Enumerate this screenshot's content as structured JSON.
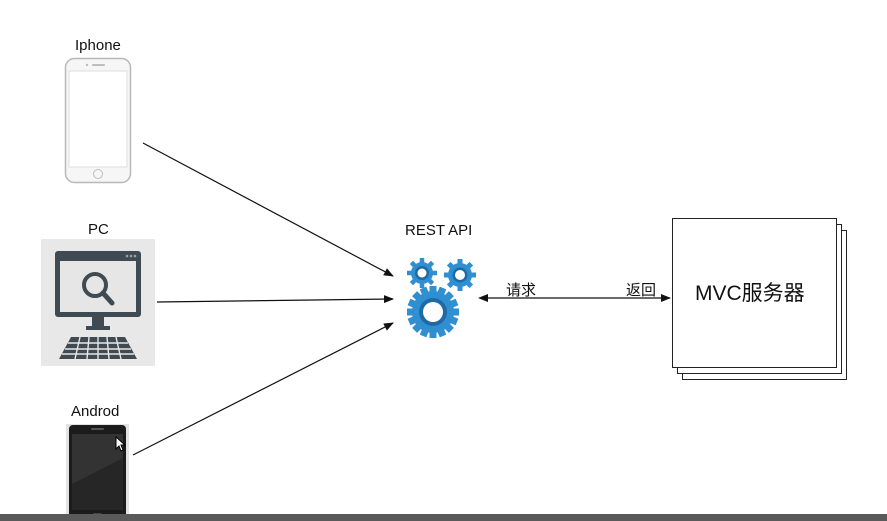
{
  "devices": {
    "iphone": {
      "label": "Iphone"
    },
    "pc": {
      "label": "PC"
    },
    "android": {
      "label": "Androd"
    }
  },
  "api": {
    "label": "REST API"
  },
  "edge": {
    "request_label": "请求",
    "response_label": "返回"
  },
  "server": {
    "label": "MVC服务器"
  },
  "colors": {
    "gear": "#2f8fd0",
    "gear_dark": "#1f6aa5",
    "line": "#111111",
    "pc_panel": "#e8e8e8",
    "pc_dark": "#3f4a52"
  }
}
